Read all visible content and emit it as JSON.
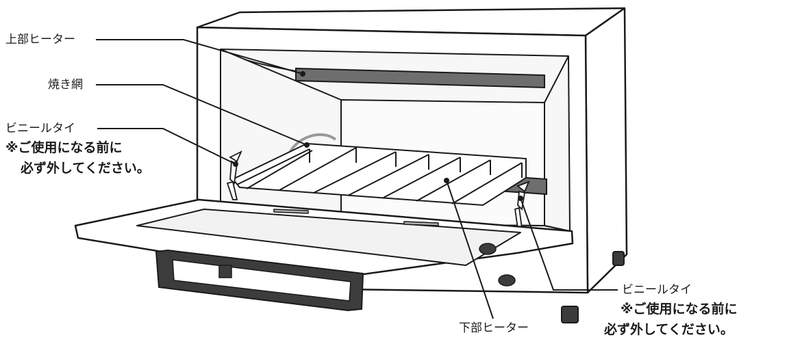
{
  "labels": {
    "upper_heater": "上部ヒーター",
    "grill_rack": "焼き網",
    "vinyl_tie_left": "ビニールタイ",
    "vinyl_tie_right": "ビニールタイ",
    "lower_heater": "下部ヒーター"
  },
  "notes": {
    "left_line1": "※ご使用になる前に",
    "left_line2": "必ず外してください。",
    "right_line1": "※ご使用になる前に",
    "right_line2": "必ず外してください。"
  },
  "colors": {
    "outline": "#1a1a1a",
    "body_fill": "#ffffff",
    "interior_shade": "#f2f2f2",
    "heater_dark": "#6e6e6e",
    "feet": "#3c3c3c"
  }
}
